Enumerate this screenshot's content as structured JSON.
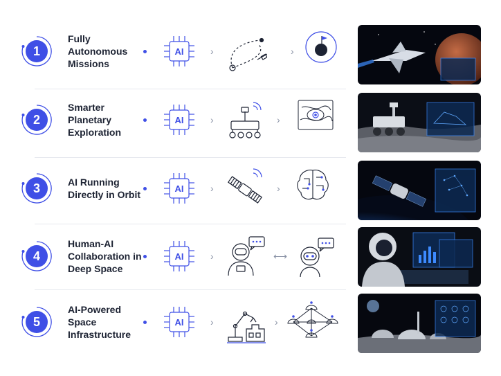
{
  "steps": [
    {
      "number": "1",
      "title": "Fully Autonomous Missions",
      "chip_label": "AI"
    },
    {
      "number": "2",
      "title": "Smarter Planetary Exploration",
      "chip_label": "AI"
    },
    {
      "number": "3",
      "title": "AI Running Directly in Orbit",
      "chip_label": "AI"
    },
    {
      "number": "4",
      "title": "Human-AI Collaboration in Deep Space",
      "chip_label": "AI"
    },
    {
      "number": "5",
      "title": "AI-Powered Space Infrastructure",
      "chip_label": "AI"
    }
  ],
  "icons": {
    "chevron": "›",
    "bidirectional_arrow": "⟷"
  },
  "colors": {
    "accent": "#3f4fe6",
    "text": "#1d2333",
    "line_icon": "#1d2333",
    "photo_bg": "#0b1220"
  }
}
